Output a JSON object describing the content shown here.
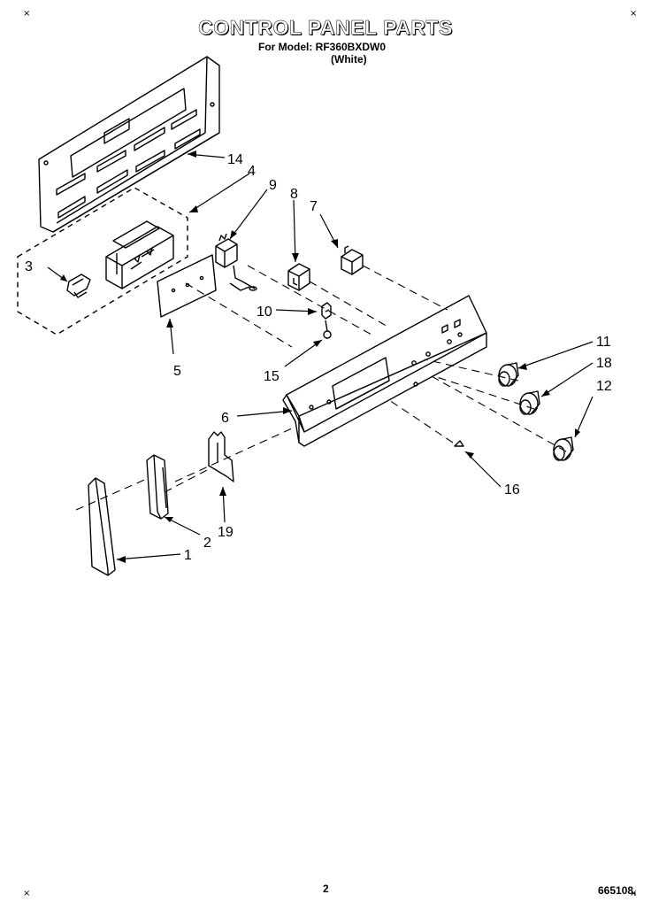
{
  "header": {
    "title": "CONTROL PANEL PARTS",
    "model_line": "For Model: RF360BXDW0",
    "color_line": "(White)"
  },
  "footer": {
    "page_number": "2",
    "document_number": "665108,"
  },
  "corner_marks": {
    "top_left": "×",
    "top_right": "×",
    "bottom_left": "×",
    "bottom_right": "×"
  },
  "callouts": {
    "c1": "1",
    "c2": "2",
    "c3": "3",
    "c4": "4",
    "c5": "5",
    "c6": "6",
    "c7": "7",
    "c8": "8",
    "c9": "9",
    "c10": "10",
    "c11": "11",
    "c12": "12",
    "c14": "14",
    "c15": "15",
    "c16": "16",
    "c18": "18",
    "c19": "19"
  }
}
